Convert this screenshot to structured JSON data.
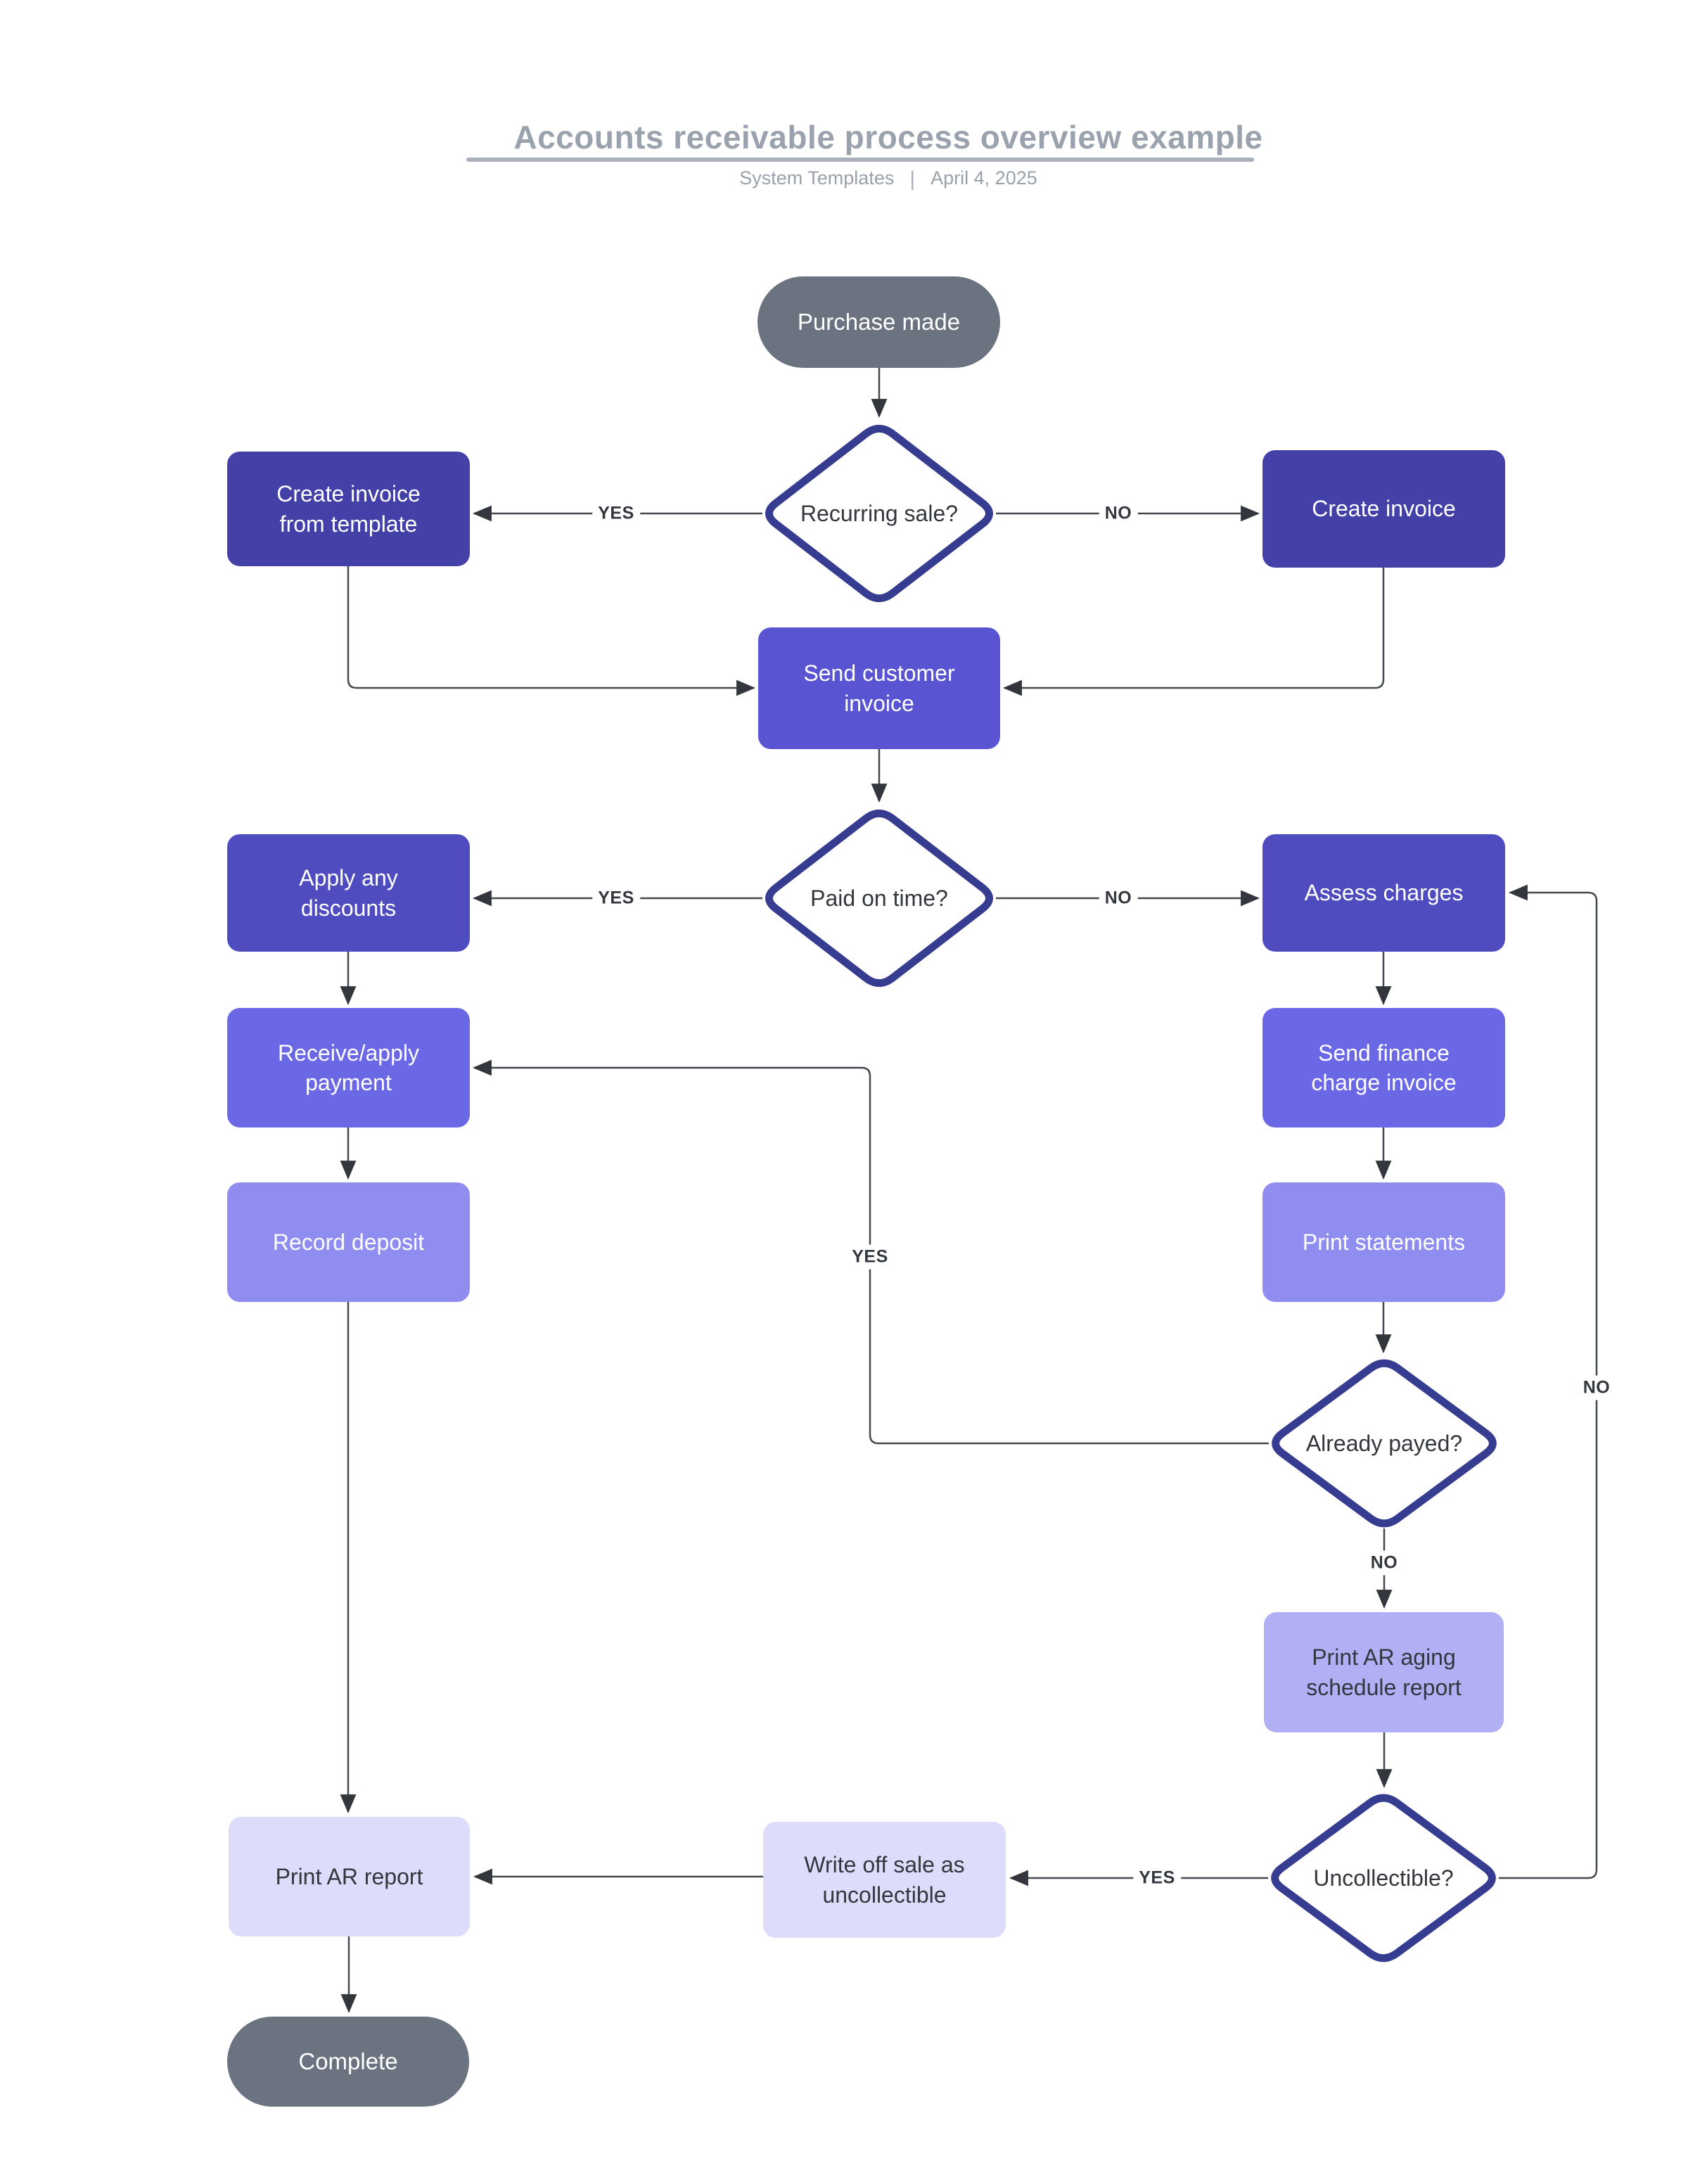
{
  "header": {
    "title": "Accounts receivable process overview example",
    "byline": "System Templates",
    "divider": "|",
    "date": "April 4, 2025"
  },
  "edge_labels": {
    "yes": "YES",
    "no": "NO"
  },
  "nodes": {
    "start": {
      "type": "terminator",
      "label": "Purchase made"
    },
    "recurring_sale": {
      "type": "decision",
      "label": "Recurring sale?"
    },
    "create_invoice_from_template": {
      "type": "process",
      "label": "Create invoice\nfrom template"
    },
    "create_invoice": {
      "type": "process",
      "label": "Create invoice"
    },
    "send_customer_invoice": {
      "type": "process",
      "label": "Send customer\ninvoice"
    },
    "paid_on_time": {
      "type": "decision",
      "label": "Paid on time?"
    },
    "apply_any_discounts": {
      "type": "process",
      "label": "Apply any\ndiscounts"
    },
    "assess_charges": {
      "type": "process",
      "label": "Assess charges"
    },
    "receive_apply_payment": {
      "type": "process",
      "label": "Receive/apply\npayment"
    },
    "send_finance_charge_invoice": {
      "type": "process",
      "label": "Send finance\ncharge invoice"
    },
    "record_deposit": {
      "type": "process",
      "label": "Record deposit"
    },
    "print_statements": {
      "type": "process",
      "label": "Print statements"
    },
    "already_payed": {
      "type": "decision",
      "label": "Already payed?"
    },
    "print_ar_aging_schedule_report": {
      "type": "process",
      "label": "Print AR aging\nschedule report"
    },
    "uncollectible": {
      "type": "decision",
      "label": "Uncollectible?"
    },
    "write_off_sale": {
      "type": "process",
      "label": "Write off sale as\nuncollectible"
    },
    "print_ar_report": {
      "type": "process",
      "label": "Print AR report"
    },
    "complete": {
      "type": "terminator",
      "label": "Complete"
    }
  },
  "colors": {
    "terminator_fill": "#6b7280",
    "process_tier_darkest": "#4340a8",
    "process_tier_dark": "#4f4cc0",
    "process_tier_mid_dark": "#5955d2",
    "process_tier_mid": "#6b68e6",
    "process_tier_light": "#8f8def",
    "process_tier_lighter": "#b2b0f5",
    "process_tier_lightest": "#dddcfa",
    "decision_border": "#363c90",
    "connector": "#44484f",
    "title_gray": "#9aa2ad"
  }
}
